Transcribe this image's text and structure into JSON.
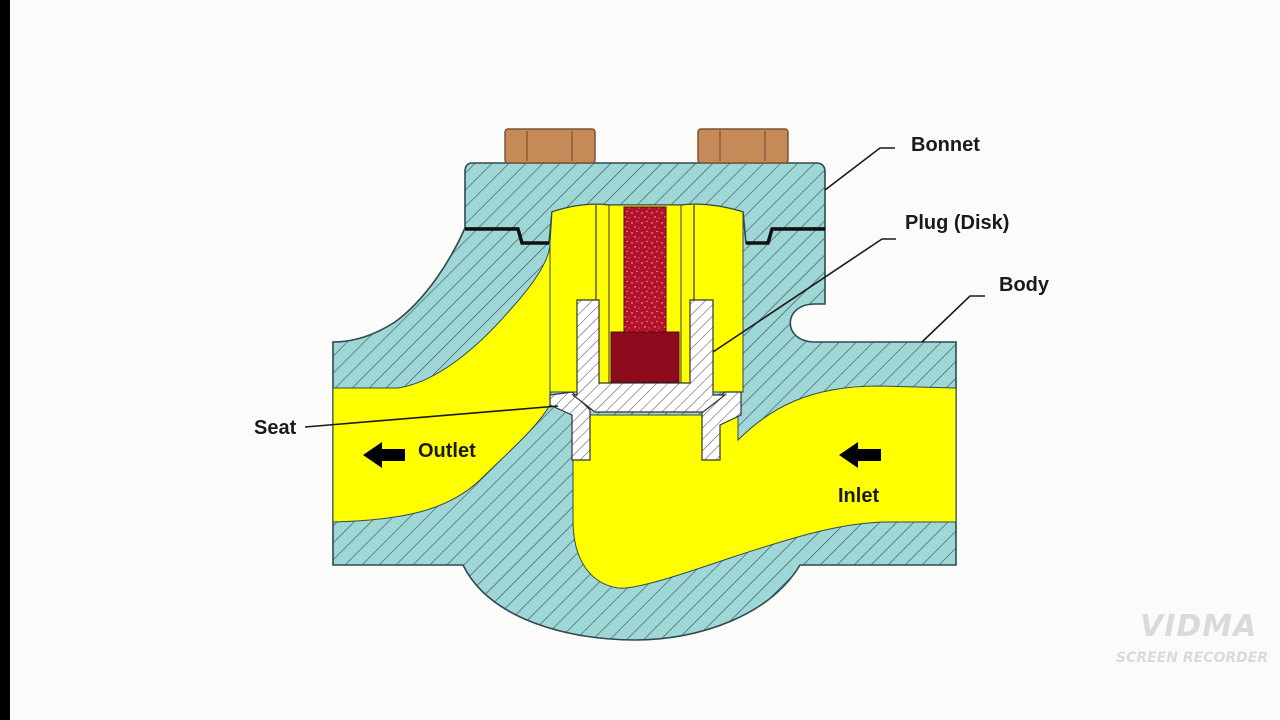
{
  "labels": {
    "bonnet": "Bonnet",
    "plug": "Plug (Disk)",
    "body": "Body",
    "seat": "Seat",
    "outlet": "Outlet",
    "inlet": "Inlet"
  },
  "watermark": {
    "logo": "VIDMA",
    "subtitle": "SCREEN RECORDER"
  },
  "colors": {
    "metal_body": "#9fd6d6",
    "flow": "#ffff00",
    "seat_guide": "#ffffff",
    "plug_stem": "#b3122a",
    "plug_head": "#8e0b1d",
    "bolts": "#c58a58",
    "hatch": "#3b5a60"
  }
}
